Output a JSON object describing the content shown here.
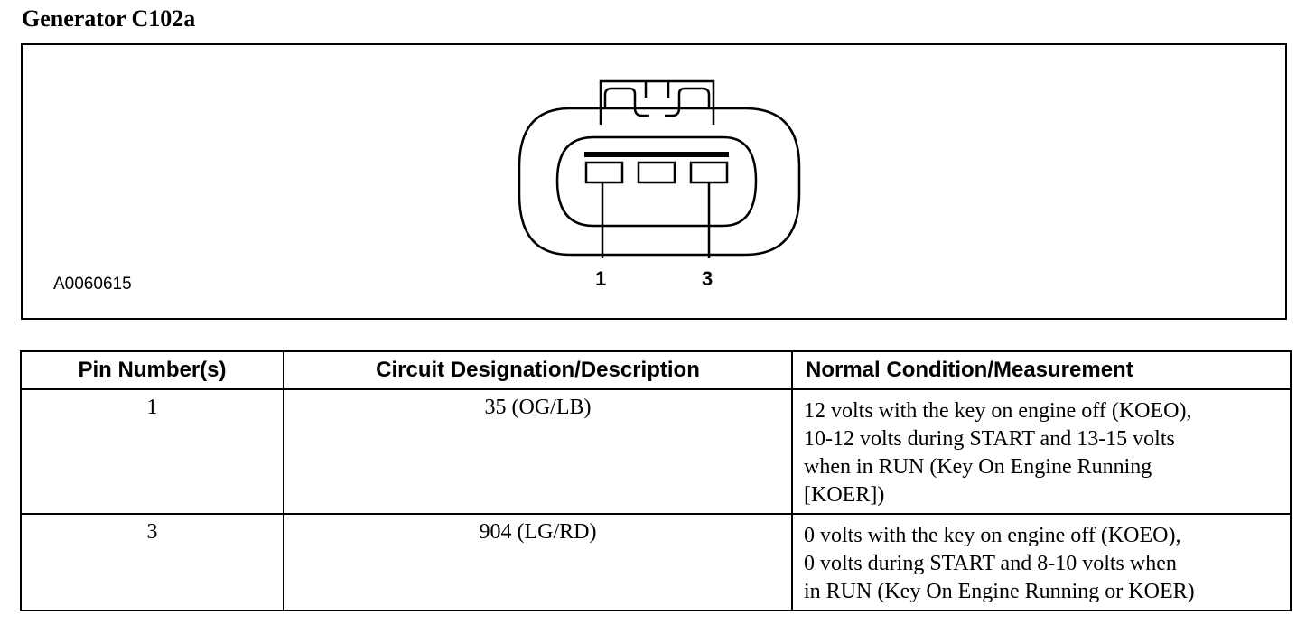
{
  "title": "Generator C102a",
  "figure": {
    "id": "A0060615",
    "pin_labels": [
      "1",
      "3"
    ]
  },
  "table": {
    "headers": [
      "Pin Number(s)",
      "Circuit Designation/Description",
      "Normal Condition/Measurement"
    ],
    "rows": [
      {
        "pin": "1",
        "circuit": "35 (OG/LB)",
        "lines": [
          "12 volts with the key on engine off (KOEO),",
          "10-12 volts during START and 13-15 volts",
          "when in RUN (Key On Engine Running",
          "[KOER])"
        ]
      },
      {
        "pin": "3",
        "circuit": "904 (LG/RD)",
        "lines": [
          "0 volts with the key on engine off (KOEO),",
          "0 volts during START and 8-10 volts when",
          "in RUN (Key On Engine Running or KOER)"
        ]
      }
    ]
  }
}
